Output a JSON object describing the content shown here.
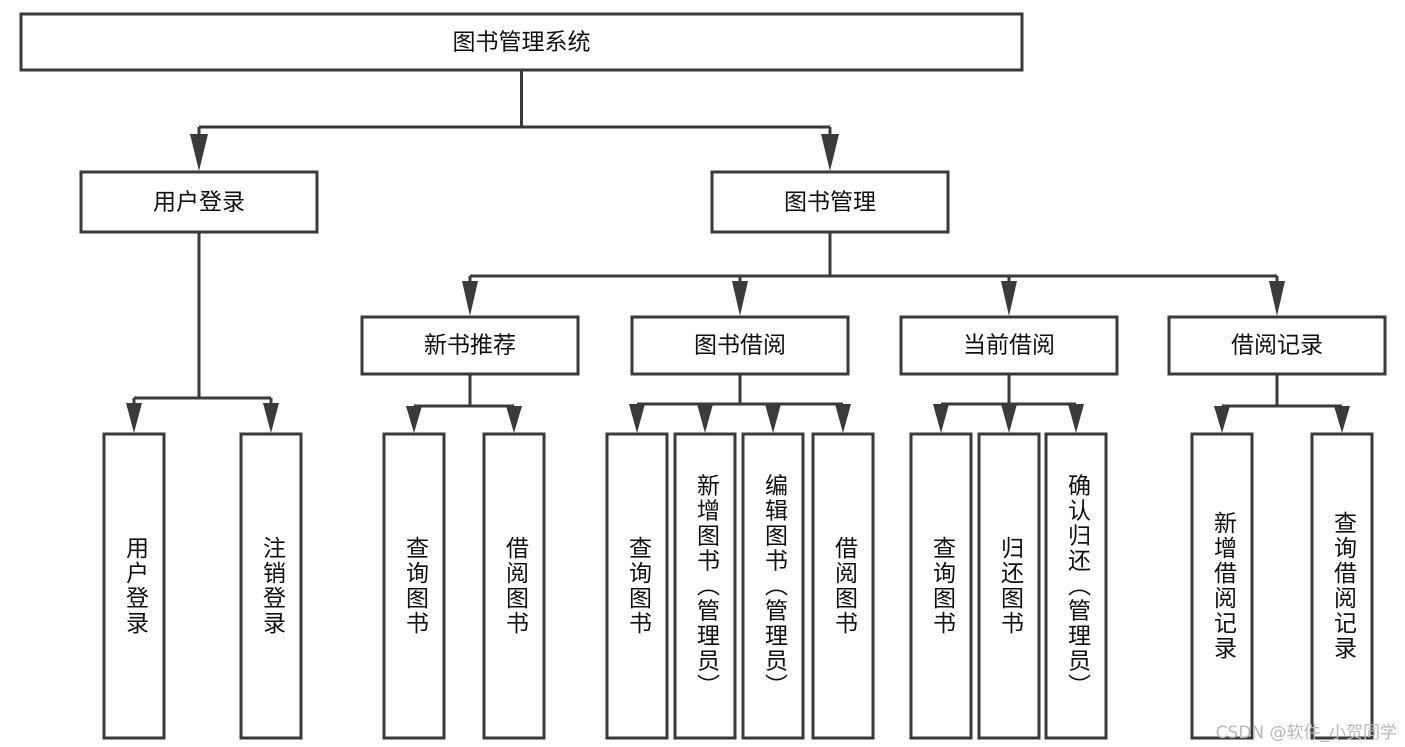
{
  "diagram": {
    "type": "tree-hierarchy",
    "title": "图书管理系统",
    "watermark": "CSDN @软件_小贺同学",
    "colors": {
      "box_stroke": "#3a3a3a",
      "box_fill": "#ffffff",
      "connector": "#3a3a3a",
      "text": "#111111",
      "background": "#ffffff",
      "watermark": "#b9b9b9"
    },
    "levels": {
      "root": "图书管理系统",
      "level2": [
        "用户登录",
        "图书管理"
      ],
      "level3": [
        "新书推荐",
        "图书借阅",
        "当前借阅",
        "借阅记录"
      ]
    },
    "nodes": {
      "root": {
        "label": "图书管理系统",
        "orientation": "horizontal"
      },
      "user_login": {
        "label": "用户登录",
        "orientation": "horizontal"
      },
      "book_manage": {
        "label": "图书管理",
        "orientation": "horizontal"
      },
      "new_book_rec": {
        "label": "新书推荐",
        "orientation": "horizontal"
      },
      "book_borrow": {
        "label": "图书借阅",
        "orientation": "horizontal"
      },
      "current_borrow": {
        "label": "当前借阅",
        "orientation": "horizontal"
      },
      "borrow_record": {
        "label": "借阅记录",
        "orientation": "horizontal"
      },
      "leaf_user_login": {
        "label": "用户登录",
        "orientation": "vertical"
      },
      "leaf_logout": {
        "label": "注销登录",
        "orientation": "vertical"
      },
      "leaf_query_book_1": {
        "label": "查询图书",
        "orientation": "vertical"
      },
      "leaf_borrow_book_1": {
        "label": "借阅图书",
        "orientation": "vertical"
      },
      "leaf_query_book_2": {
        "label": "查询图书",
        "orientation": "vertical"
      },
      "leaf_add_book": {
        "label": "新增图书（管理员）",
        "orientation": "vertical"
      },
      "leaf_edit_book": {
        "label": "编辑图书（管理员）",
        "orientation": "vertical"
      },
      "leaf_borrow_book_2": {
        "label": "借阅图书",
        "orientation": "vertical"
      },
      "leaf_query_book_3": {
        "label": "查询图书",
        "orientation": "vertical"
      },
      "leaf_return_book": {
        "label": "归还图书",
        "orientation": "vertical"
      },
      "leaf_confirm_return": {
        "label": "确认归还（管理员）",
        "orientation": "vertical"
      },
      "leaf_add_record": {
        "label": "新增借阅记录",
        "orientation": "vertical"
      },
      "leaf_query_record": {
        "label": "查询借阅记录",
        "orientation": "vertical"
      }
    },
    "edges": [
      {
        "from": "图书管理系统",
        "to": "用户登录"
      },
      {
        "from": "图书管理系统",
        "to": "图书管理"
      },
      {
        "from": "用户登录",
        "to": "用户登录"
      },
      {
        "from": "用户登录",
        "to": "注销登录"
      },
      {
        "from": "图书管理",
        "to": "新书推荐"
      },
      {
        "from": "图书管理",
        "to": "图书借阅"
      },
      {
        "from": "图书管理",
        "to": "当前借阅"
      },
      {
        "from": "图书管理",
        "to": "借阅记录"
      },
      {
        "from": "新书推荐",
        "to": "查询图书"
      },
      {
        "from": "新书推荐",
        "to": "借阅图书"
      },
      {
        "from": "图书借阅",
        "to": "查询图书"
      },
      {
        "from": "图书借阅",
        "to": "新增图书（管理员）"
      },
      {
        "from": "图书借阅",
        "to": "编辑图书（管理员）"
      },
      {
        "from": "图书借阅",
        "to": "借阅图书"
      },
      {
        "from": "当前借阅",
        "to": "查询图书"
      },
      {
        "from": "当前借阅",
        "to": "归还图书"
      },
      {
        "from": "当前借阅",
        "to": "确认归还（管理员）"
      },
      {
        "from": "借阅记录",
        "to": "新增借阅记录"
      },
      {
        "from": "借阅记录",
        "to": "查询借阅记录"
      }
    ]
  }
}
